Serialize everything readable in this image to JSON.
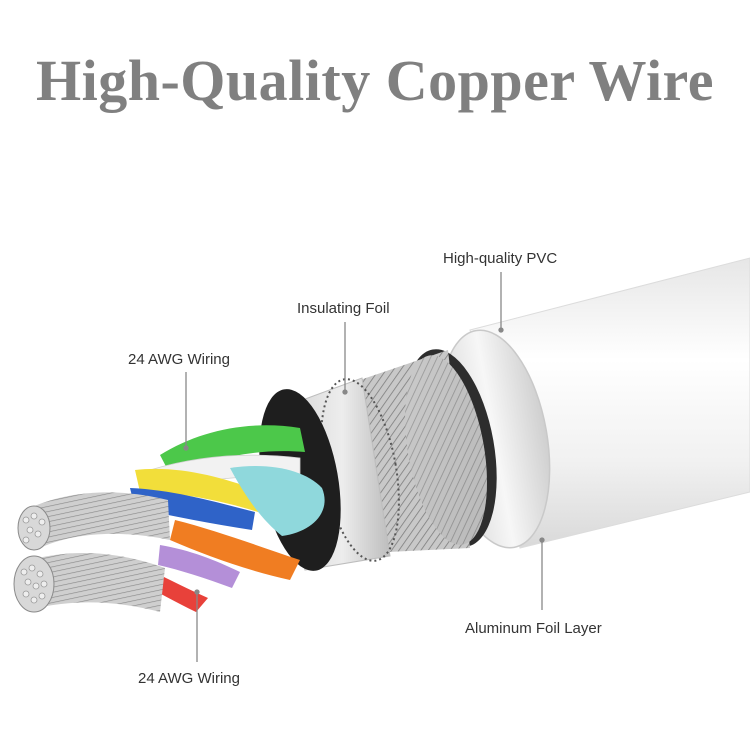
{
  "title": "High-Quality Copper Wire",
  "labels": {
    "pvc": "High-quality PVC",
    "insulating_foil": "Insulating Foil",
    "wiring_top": "24 AWG Wiring",
    "aluminum_foil": "Aluminum Foil Layer",
    "wiring_bottom": "24 AWG Wiring"
  },
  "wire_colors": {
    "green": "#4cc84a",
    "yellow": "#f2de3a",
    "blue": "#2f63c8",
    "cyan": "#8fd8dc",
    "orange": "#f07d22",
    "purple": "#b48fd8",
    "red": "#e8413a",
    "white": "#f2f2f2"
  },
  "colors": {
    "title": "#808080",
    "pvc_jacket": "#f4f4f4",
    "strand": "#bcbcbc",
    "leader": "#888888"
  }
}
